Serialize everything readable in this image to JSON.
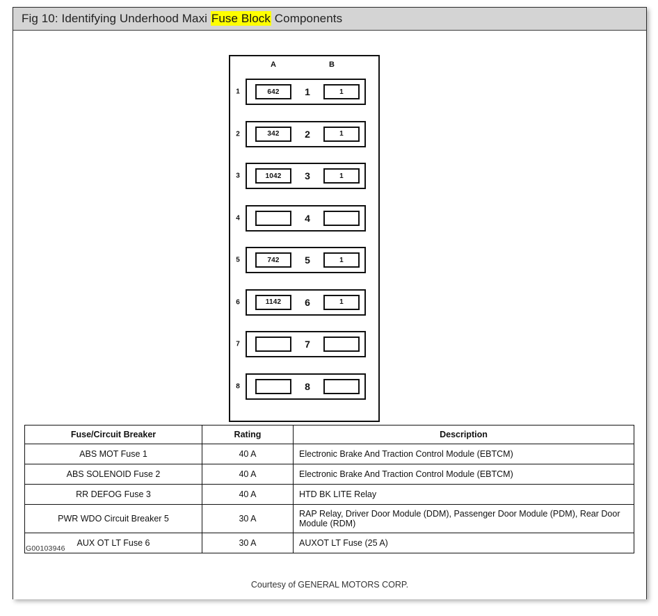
{
  "window": {
    "title_prefix": "Fig 10: Identifying Underhood Maxi ",
    "title_highlight": "Fuse Block",
    "title_suffix": " Components"
  },
  "diagram": {
    "column_headers": {
      "a": "A",
      "b": "B"
    },
    "rows": [
      {
        "row_label": "1",
        "slot_a": "642",
        "center": "1",
        "slot_b": "1"
      },
      {
        "row_label": "2",
        "slot_a": "342",
        "center": "2",
        "slot_b": "1"
      },
      {
        "row_label": "3",
        "slot_a": "1042",
        "center": "3",
        "slot_b": "1"
      },
      {
        "row_label": "4",
        "slot_a": "",
        "center": "4",
        "slot_b": ""
      },
      {
        "row_label": "5",
        "slot_a": "742",
        "center": "5",
        "slot_b": "1"
      },
      {
        "row_label": "6",
        "slot_a": "1142",
        "center": "6",
        "slot_b": "1"
      },
      {
        "row_label": "7",
        "slot_a": "",
        "center": "7",
        "slot_b": ""
      },
      {
        "row_label": "8",
        "slot_a": "",
        "center": "8",
        "slot_b": ""
      }
    ]
  },
  "table": {
    "headers": {
      "name": "Fuse/Circuit Breaker",
      "rating": "Rating",
      "description": "Description"
    },
    "rows": [
      {
        "name": "ABS MOT Fuse 1",
        "rating": "40 A",
        "description": "Electronic Brake And Traction Control Module (EBTCM)"
      },
      {
        "name": "ABS SOLENOID Fuse 2",
        "rating": "40 A",
        "description": "Electronic Brake And Traction Control Module (EBTCM)"
      },
      {
        "name": "RR DEFOG Fuse 3",
        "rating": "40 A",
        "description": "HTD BK LITE Relay"
      },
      {
        "name": "PWR WDO Circuit Breaker 5",
        "rating": "30 A",
        "description": "RAP Relay, Driver Door Module (DDM), Passenger Door Module (PDM), Rear Door Module (RDM)"
      },
      {
        "name": "AUX OT LT Fuse 6",
        "rating": "30 A",
        "description": "AUXOT LT Fuse (25 A)"
      }
    ]
  },
  "footer": {
    "figure_id": "G00103946",
    "courtesy": "Courtesy of GENERAL MOTORS CORP."
  },
  "colors": {
    "titlebar_bg": "#d4d4d4",
    "highlight": "#ffff00",
    "line": "#111111"
  }
}
